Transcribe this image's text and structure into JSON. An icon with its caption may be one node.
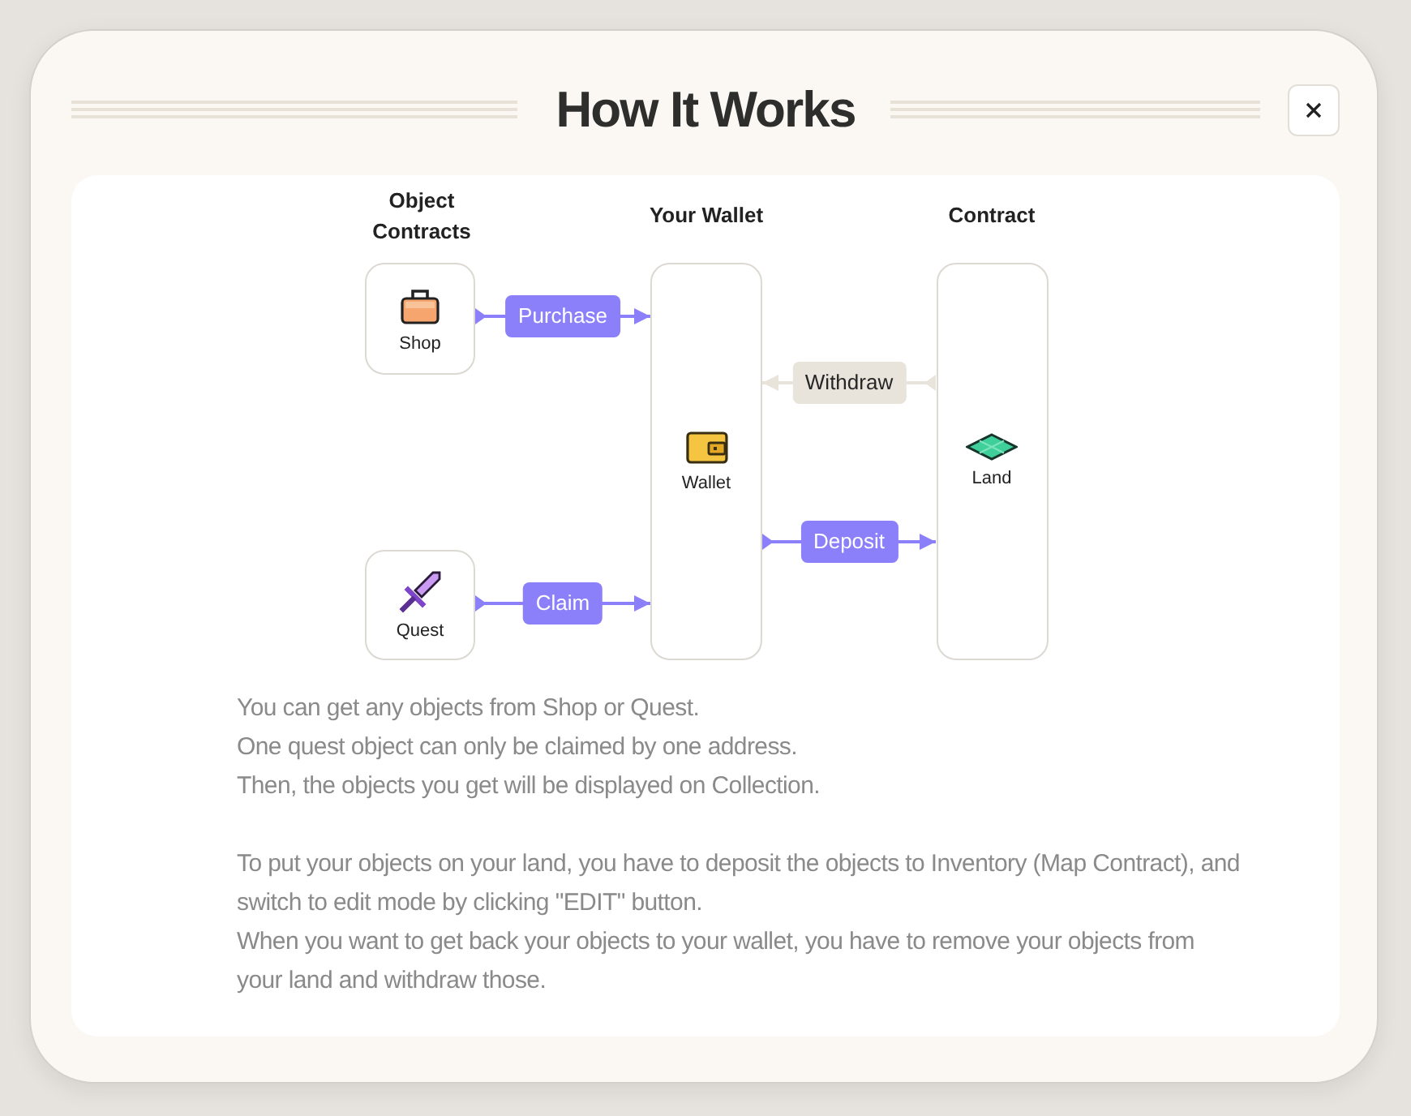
{
  "diagram": {
    "title": "How It Works",
    "nodes": [
      {
        "text": [
          "Shop"
        ]
      },
      {
        "text": [
          "Your Wallet",
          "Wallet"
        ]
      },
      {
        "text": [
          "Contract",
          "Land"
        ]
      },
      {
        "text": [
          "Quest"
        ]
      }
    ],
    "edges": [
      {
        "from": 0,
        "to": 1,
        "arrow": "to",
        "label": "Purchase"
      },
      {
        "from": 2,
        "to": 1,
        "arrow": "to",
        "label": "Withdraw",
        "color": "#e8e4dc"
      },
      {
        "from": 1,
        "to": 2,
        "arrow": "to",
        "label": "Deposit"
      },
      {
        "from": 3,
        "to": 1,
        "arrow": "to",
        "label": "Claim"
      }
    ],
    "labels": [
      "Object Contracts",
      "You can get any objects from Shop or Quest.",
      "One quest object can only be claimed by one address.",
      "Then, the objects you get will be displayed on Collection.",
      "To put your objects on your land, you have to deposit the objects to Inventory (Map Contract), and switch to edit mode by clicking \"EDIT\" button.",
      "When you want to get back your objects to your wallet, you have to remove your objects from your land and withdraw those."
    ]
  }
}
